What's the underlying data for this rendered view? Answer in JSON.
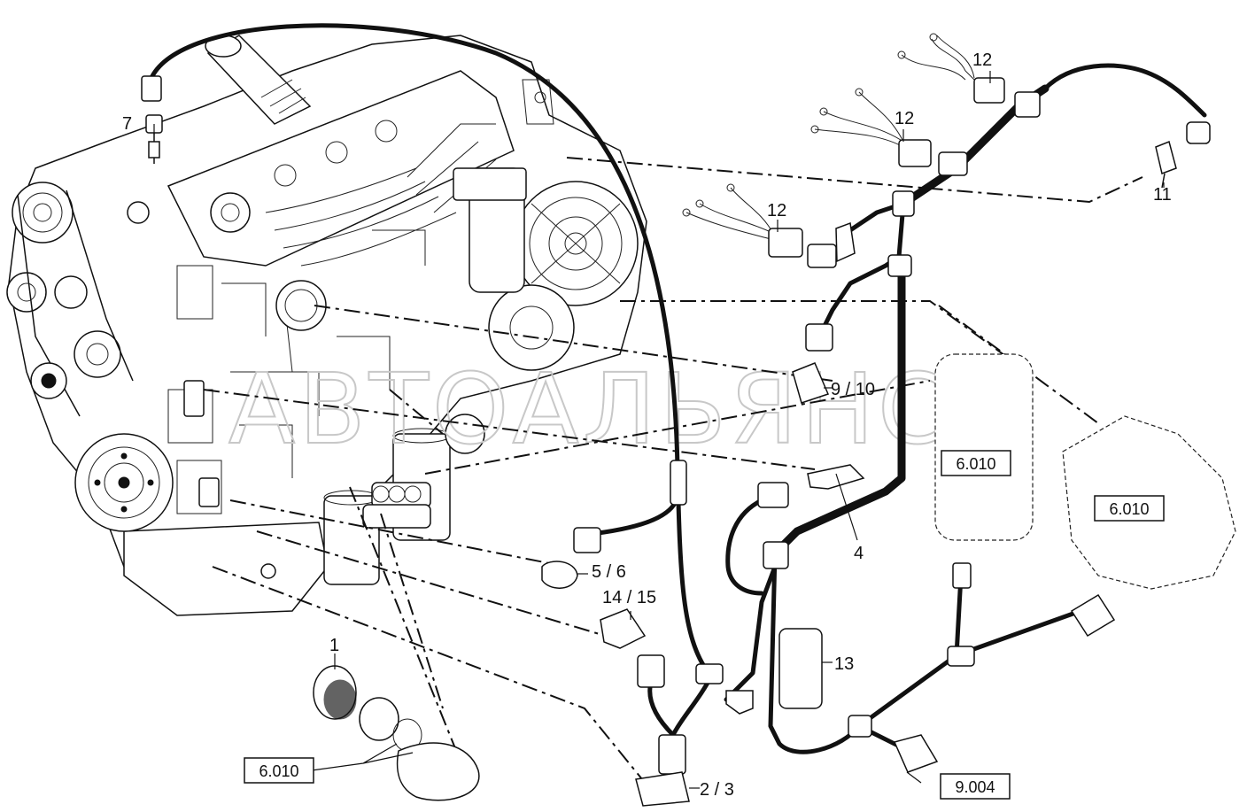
{
  "watermark": "АВТОАЛЬЯНС",
  "callouts": {
    "c1": "1",
    "c23": "2 / 3",
    "c4": "4",
    "c56": "5 / 6",
    "c7": "7",
    "c910": "9 / 10",
    "c11": "11",
    "c12a": "12",
    "c12b": "12",
    "c12c": "12",
    "c13": "13",
    "c1415": "14 / 15"
  },
  "ref_boxes": {
    "filter_ref": "6.010",
    "pump_ref": "6.010",
    "intake_ref": "6.010",
    "harness_ref": "9.004"
  }
}
